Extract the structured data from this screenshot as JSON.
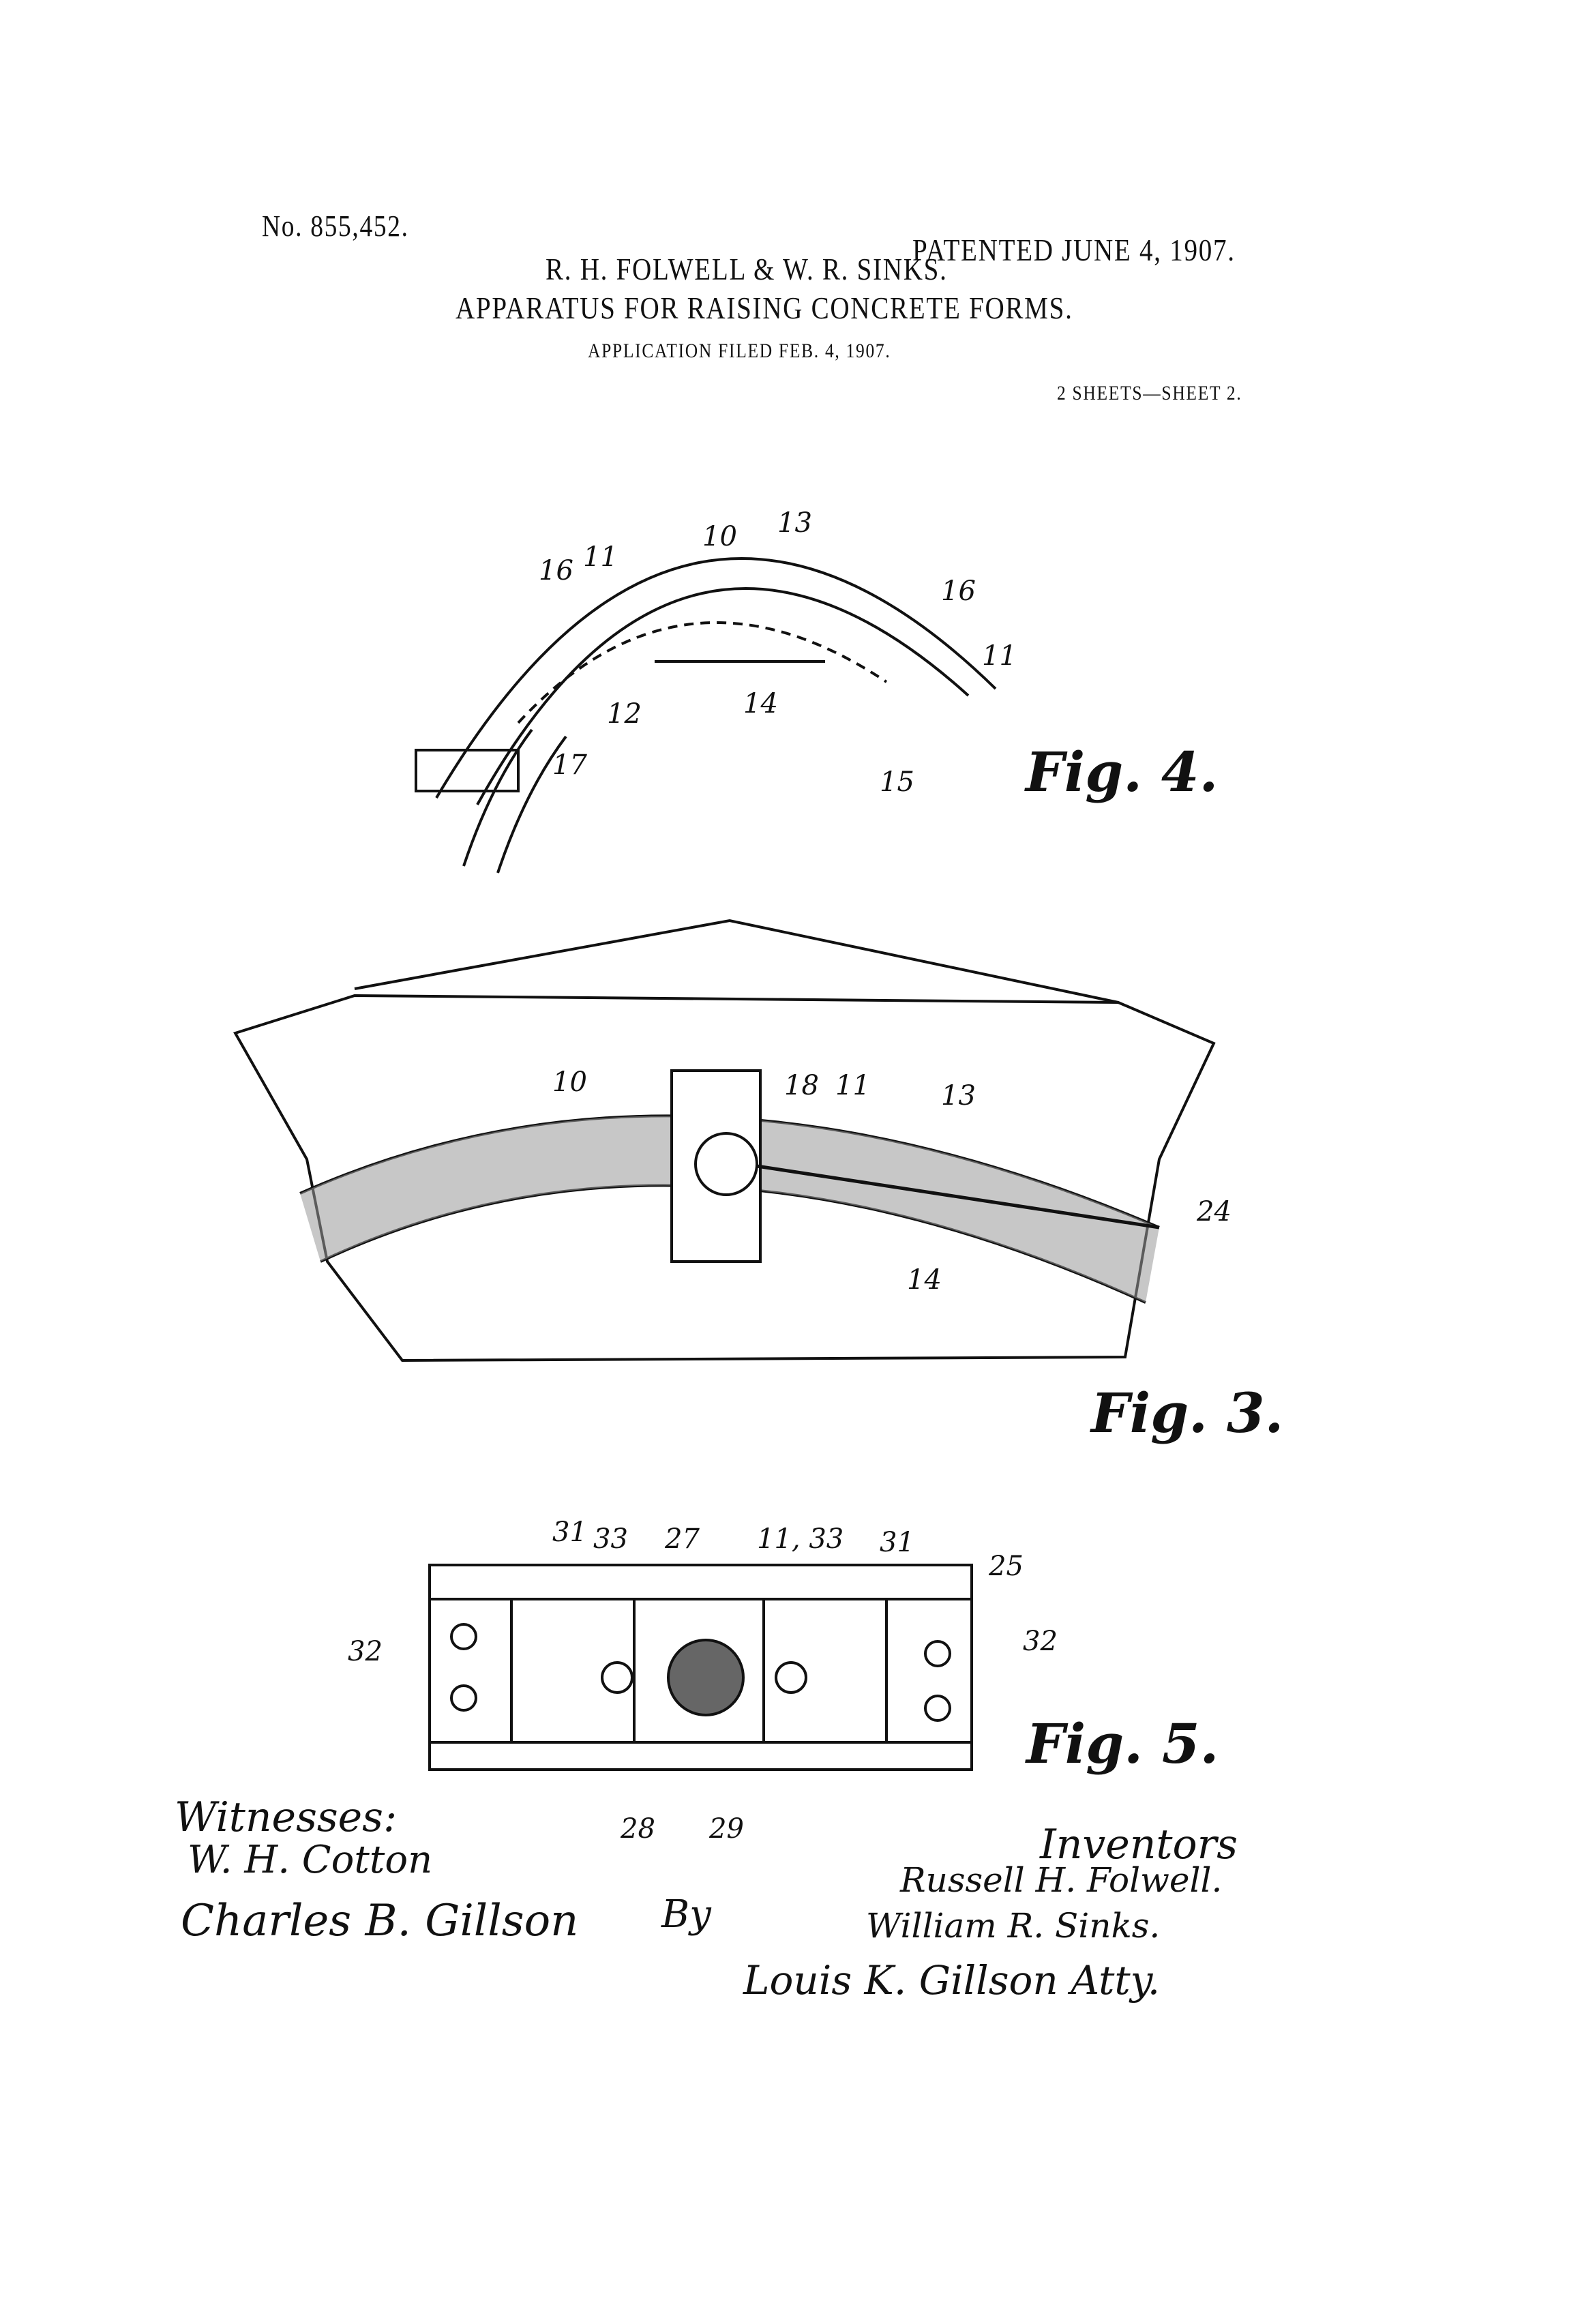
{
  "header": {
    "patent_number": "No. 855,452.",
    "patented": "PATENTED JUNE 4, 1907.",
    "inventors": "R. H. FOLWELL & W. R. SINKS.",
    "title": "APPARATUS FOR RAISING CONCRETE FORMS.",
    "application": "APPLICATION FILED FEB. 4, 1907.",
    "sheets": "2 SHEETS—SHEET 2."
  },
  "figures": {
    "fig4": {
      "label": "Fig. 4.",
      "refs": [
        "16",
        "11",
        "10",
        "13",
        "16",
        "11",
        "12",
        "14",
        "17",
        "15"
      ]
    },
    "fig3": {
      "label": "Fig. 3.",
      "refs": [
        "10",
        "18",
        "11",
        "13",
        "24",
        "14"
      ]
    },
    "fig5": {
      "label": "Fig. 5.",
      "refs": [
        "31",
        "33",
        "27",
        "11, 33",
        "31",
        "25",
        "32",
        "32",
        "28",
        "29"
      ]
    }
  },
  "signatures": {
    "witnesses_label": "Witnesses:",
    "witness1": "W. H. Cotton",
    "witness2": "Charles B. Gillson",
    "by": "By",
    "inventors_label": "Inventors",
    "inventor1": "Russell H. Folwell.",
    "inventor2": "William R. Sinks.",
    "attorney": "Louis K. Gillson Atty."
  }
}
